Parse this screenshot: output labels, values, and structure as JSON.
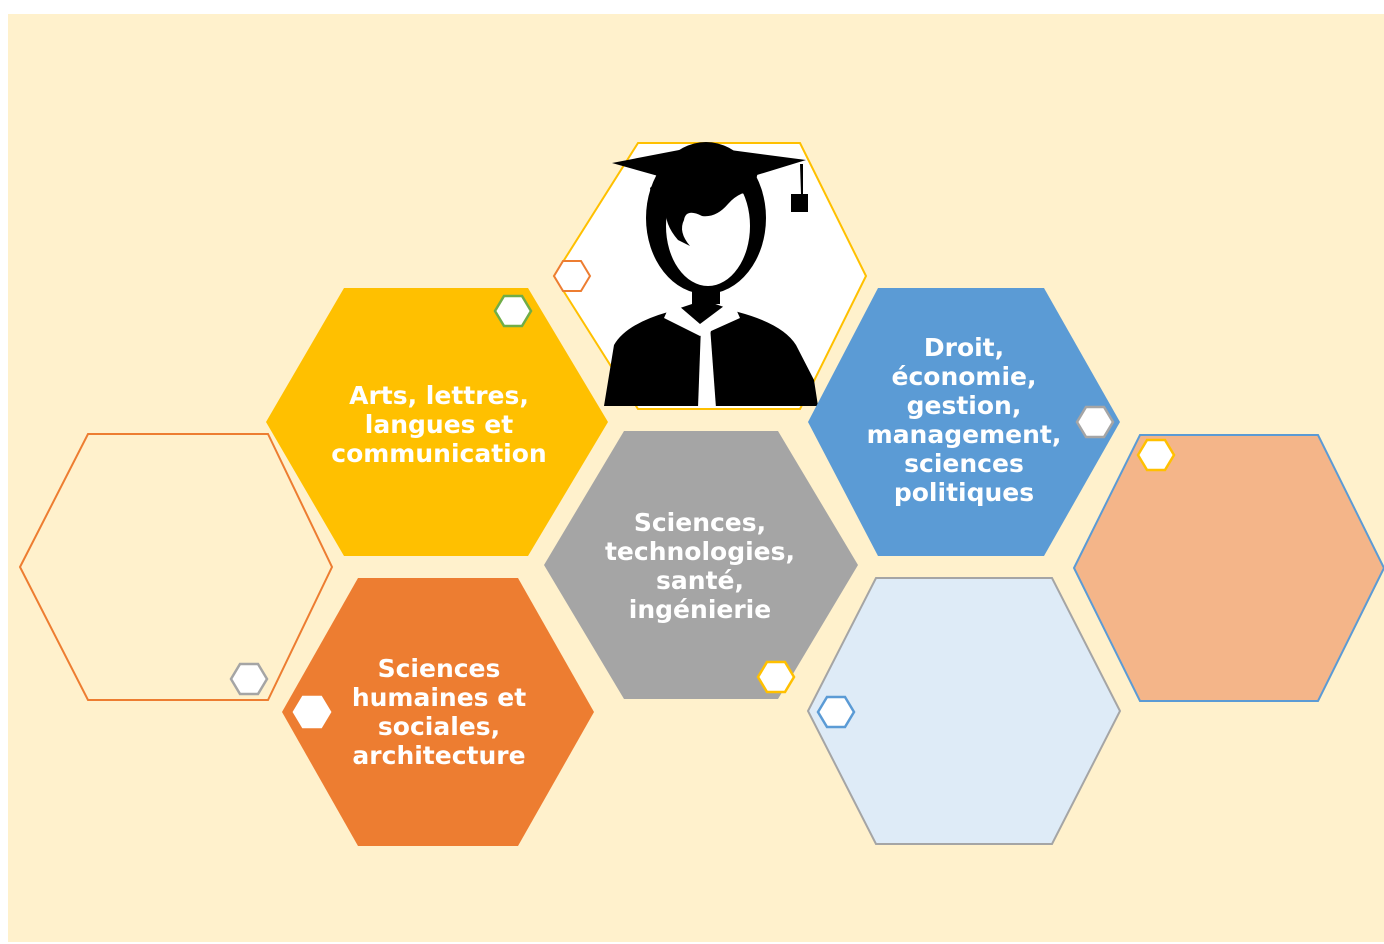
{
  "background": {
    "outer": "#ffffff",
    "panel": "#fff1cc"
  },
  "center": {
    "icon": "graduate-icon",
    "outline": "#ffc000",
    "figure": "#000000"
  },
  "domains": [
    {
      "id": "arts",
      "lines": [
        "Arts, lettres,",
        "langues et",
        "communication"
      ],
      "fill": "#ffc000",
      "badge_border": "#70ad47"
    },
    {
      "id": "sciences",
      "lines": [
        "Sciences,",
        "technologies,",
        "santé,",
        "ingénierie"
      ],
      "fill": "#a5a5a5",
      "badge_border": "#ffc000"
    },
    {
      "id": "humanities",
      "lines": [
        "Sciences",
        "humaines et",
        "sociales,",
        "architecture"
      ],
      "fill": "#ed7d31",
      "badge_border": "#ffffff"
    },
    {
      "id": "law",
      "lines": [
        "Droit,",
        "économie,",
        "gestion,",
        "management,",
        "sciences",
        "politiques"
      ],
      "fill": "#5b9bd5",
      "badge_border": "#a5a5a5"
    }
  ],
  "empty_cells": [
    {
      "id": "left",
      "fill": "none",
      "stroke": "#ed7d31",
      "badge_border": "#a5a5a5"
    },
    {
      "id": "bottom-right",
      "fill": "#deebf7",
      "stroke": "#a5a5a5",
      "badge_border": "#5b9bd5"
    },
    {
      "id": "right",
      "fill": "#f4b589",
      "stroke": "#5b9bd5",
      "badge_border": "#ffc000"
    }
  ],
  "center_badge_border": "#ed7d31"
}
